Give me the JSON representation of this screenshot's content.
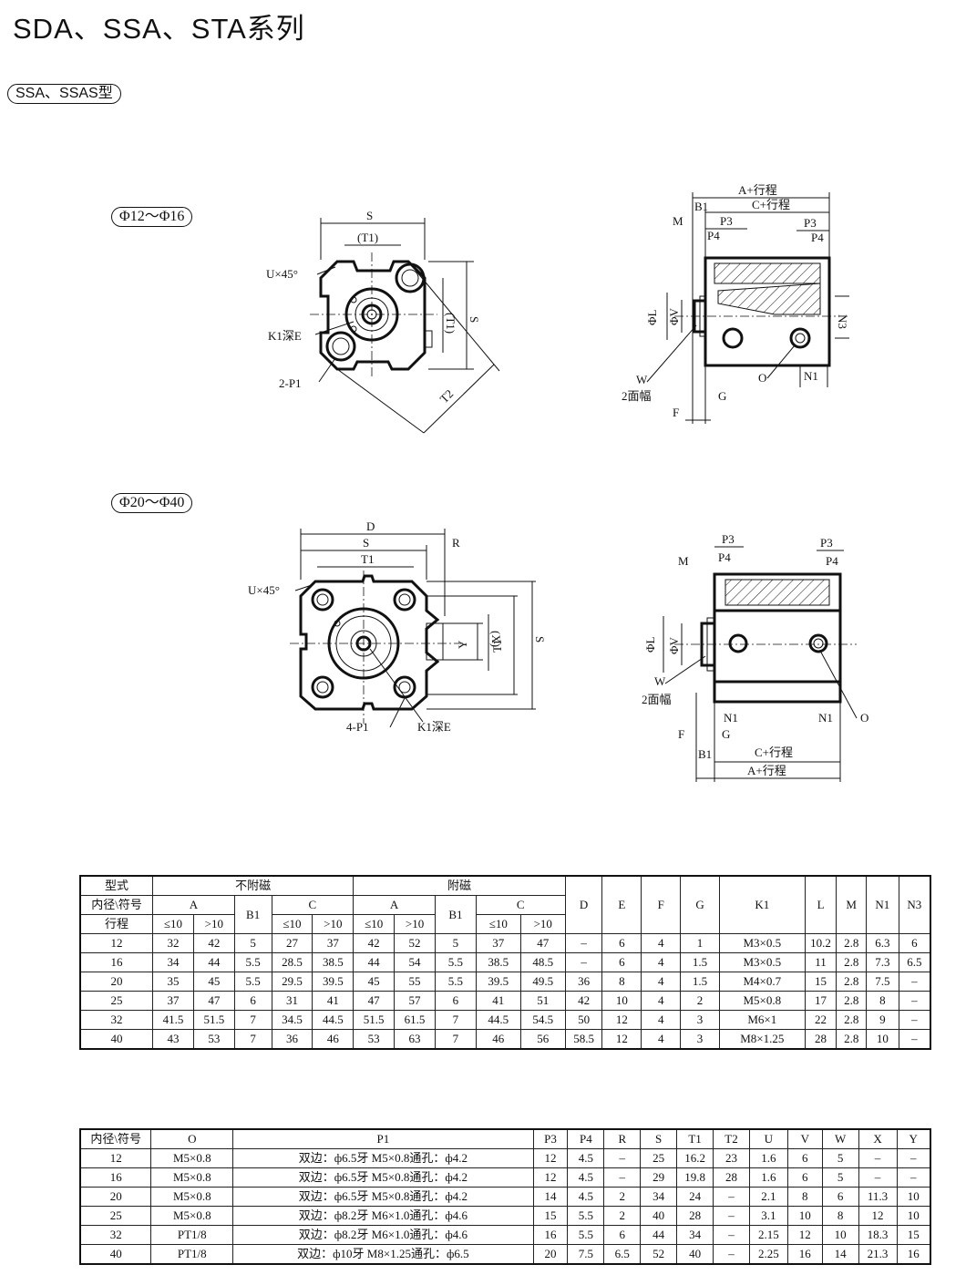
{
  "page": {
    "title": "SDA、SSA、STA系列",
    "model_label": "SSA、SSAS型"
  },
  "figures": {
    "small": {
      "range_label": "Φ12～Φ16",
      "front_labels": {
        "S": "S",
        "T1": "(T1)",
        "U": "U×45°",
        "K1": "K1深E",
        "P1": "2-P1",
        "T1_side": "(T1)",
        "S_side": "S",
        "T2": "T2"
      },
      "side_labels": {
        "A": "A+行程",
        "C": "C+行程",
        "B1": "B1",
        "M": "M",
        "P3a": "P3",
        "P4a": "P4",
        "P3b": "P3",
        "P4b": "P4",
        "L": "ΦL",
        "V": "ΦV",
        "N3": "N3",
        "W": "W",
        "W2": "2面幅",
        "O": "O",
        "N1": "N1",
        "G": "G",
        "F": "F"
      }
    },
    "large": {
      "range_label": "Φ20～Φ40",
      "front_labels": {
        "D": "D",
        "S": "S",
        "T1": "T1",
        "R": "R",
        "U": "U×45°",
        "Y": "Y",
        "X": "(X)",
        "T1_side": "T1",
        "S_side": "S",
        "P1": "4-P1",
        "K1": "K1深E"
      },
      "side_labels": {
        "P3a": "P3",
        "P4a": "P4",
        "P3b": "P3",
        "P4b": "P4",
        "M": "M",
        "L": "ΦL",
        "V": "ΦV",
        "W": "W",
        "W2": "2面幅",
        "N1a": "N1",
        "N1b": "N1",
        "O": "O",
        "F": "F",
        "G": "G",
        "B1": "B1",
        "C": "C+行程",
        "A": "A+行程"
      }
    }
  },
  "table1": {
    "h_model": "型式",
    "h_nomag": "不附磁",
    "h_mag": "附磁",
    "h_bore": "内径\\符号",
    "h_stroke": "行程",
    "h_A": "A",
    "h_B1": "B1",
    "h_C": "C",
    "h_A2": "A",
    "h_B1b": "B1",
    "h_C2": "C",
    "h_le10": "≤10",
    "h_gt10": ">10",
    "h_D": "D",
    "h_E": "E",
    "h_F": "F",
    "h_G": "G",
    "h_K1": "K1",
    "h_L": "L",
    "h_M": "M",
    "h_N1": "N1",
    "h_N3": "N3",
    "rows": [
      [
        "12",
        "32",
        "42",
        "5",
        "27",
        "37",
        "42",
        "52",
        "5",
        "37",
        "47",
        "–",
        "6",
        "4",
        "1",
        "M3×0.5",
        "10.2",
        "2.8",
        "6.3",
        "6"
      ],
      [
        "16",
        "34",
        "44",
        "5.5",
        "28.5",
        "38.5",
        "44",
        "54",
        "5.5",
        "38.5",
        "48.5",
        "–",
        "6",
        "4",
        "1.5",
        "M3×0.5",
        "11",
        "2.8",
        "7.3",
        "6.5"
      ],
      [
        "20",
        "35",
        "45",
        "5.5",
        "29.5",
        "39.5",
        "45",
        "55",
        "5.5",
        "39.5",
        "49.5",
        "36",
        "8",
        "4",
        "1.5",
        "M4×0.7",
        "15",
        "2.8",
        "7.5",
        "–"
      ],
      [
        "25",
        "37",
        "47",
        "6",
        "31",
        "41",
        "47",
        "57",
        "6",
        "41",
        "51",
        "42",
        "10",
        "4",
        "2",
        "M5×0.8",
        "17",
        "2.8",
        "8",
        "–"
      ],
      [
        "32",
        "41.5",
        "51.5",
        "7",
        "34.5",
        "44.5",
        "51.5",
        "61.5",
        "7",
        "44.5",
        "54.5",
        "50",
        "12",
        "4",
        "3",
        "M6×1",
        "22",
        "2.8",
        "9",
        "–"
      ],
      [
        "40",
        "43",
        "53",
        "7",
        "36",
        "46",
        "53",
        "63",
        "7",
        "46",
        "56",
        "58.5",
        "12",
        "4",
        "3",
        "M8×1.25",
        "28",
        "2.8",
        "10",
        "–"
      ]
    ]
  },
  "table2": {
    "headers": [
      "内径\\符号",
      "O",
      "P1",
      "P3",
      "P4",
      "R",
      "S",
      "T1",
      "T2",
      "U",
      "V",
      "W",
      "X",
      "Y"
    ],
    "rows": [
      [
        "12",
        "M5×0.8",
        "双边：ф6.5牙 M5×0.8通孔：ф4.2",
        "12",
        "4.5",
        "–",
        "25",
        "16.2",
        "23",
        "1.6",
        "6",
        "5",
        "–",
        "–"
      ],
      [
        "16",
        "M5×0.8",
        "双边：ф6.5牙 M5×0.8通孔：ф4.2",
        "12",
        "4.5",
        "–",
        "29",
        "19.8",
        "28",
        "1.6",
        "6",
        "5",
        "–",
        "–"
      ],
      [
        "20",
        "M5×0.8",
        "双边：ф6.5牙 M5×0.8通孔：ф4.2",
        "14",
        "4.5",
        "2",
        "34",
        "24",
        "–",
        "2.1",
        "8",
        "6",
        "11.3",
        "10"
      ],
      [
        "25",
        "M5×0.8",
        "双边：ф8.2牙 M6×1.0通孔：ф4.6",
        "15",
        "5.5",
        "2",
        "40",
        "28",
        "–",
        "3.1",
        "10",
        "8",
        "12",
        "10"
      ],
      [
        "32",
        "PT1/8",
        "双边：ф8.2牙 M6×1.0通孔：ф4.6",
        "16",
        "5.5",
        "6",
        "44",
        "34",
        "–",
        "2.15",
        "12",
        "10",
        "18.3",
        "15"
      ],
      [
        "40",
        "PT1/8",
        "双边：ф10牙 M8×1.25通孔：ф6.5",
        "20",
        "7.5",
        "6.5",
        "52",
        "40",
        "–",
        "2.25",
        "16",
        "14",
        "21.3",
        "16"
      ]
    ]
  }
}
